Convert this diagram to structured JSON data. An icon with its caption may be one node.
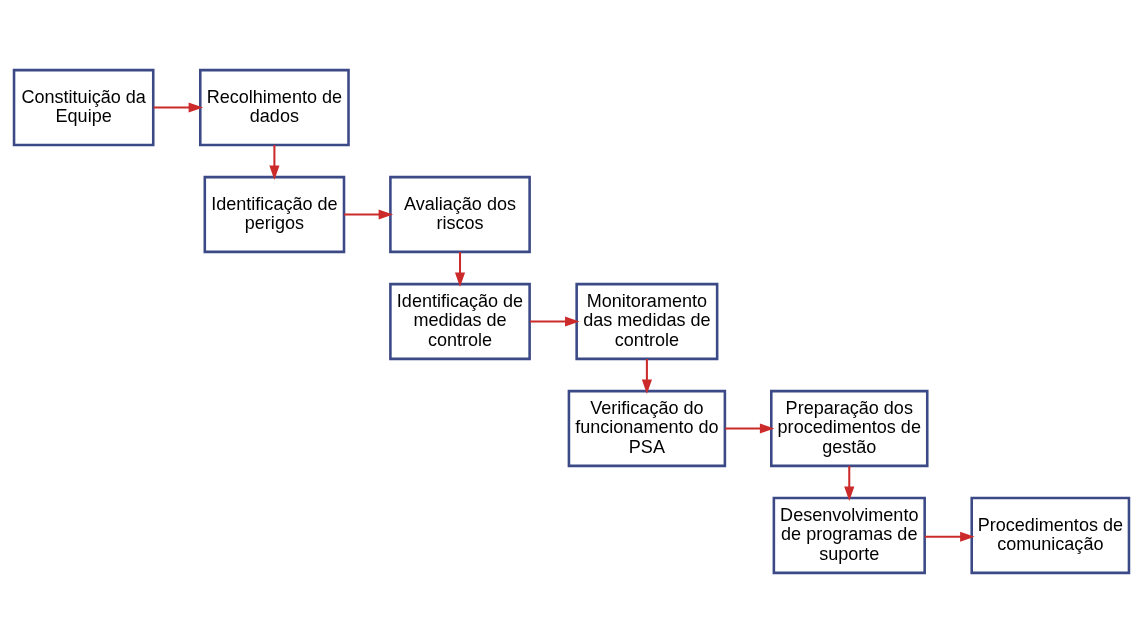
{
  "diagram": {
    "nodes": [
      {
        "text": [
          "Constituição da Equipe"
        ]
      },
      {
        "text": [
          "Recolhimento de dados"
        ]
      },
      {
        "text": [
          "Identificação de perigos"
        ]
      },
      {
        "text": [
          "Avaliação dos riscos"
        ]
      },
      {
        "text": [
          "Identificação de medidas de controle"
        ]
      },
      {
        "text": [
          "Monitoramento das medidas de controle"
        ]
      },
      {
        "text": [
          "Verificação do funcionamento do PSA"
        ]
      },
      {
        "text": [
          "Preparação dos procedimentos de gestão"
        ]
      },
      {
        "text": [
          "Desenvolvimento de programas de suporte"
        ]
      },
      {
        "text": [
          "Procedimentos de comunicação"
        ]
      }
    ],
    "edges": [
      {
        "from": 0,
        "to": 1,
        "arrow": "to"
      },
      {
        "from": 1,
        "to": 2,
        "arrow": "to"
      },
      {
        "from": 2,
        "to": 3,
        "arrow": "to"
      },
      {
        "from": 3,
        "to": 4,
        "arrow": "to"
      },
      {
        "from": 4,
        "to": 5,
        "arrow": "to"
      },
      {
        "from": 5,
        "to": 6,
        "arrow": "to"
      },
      {
        "from": 6,
        "to": 7,
        "arrow": "to"
      },
      {
        "from": 7,
        "to": 8,
        "arrow": "to"
      },
      {
        "from": 8,
        "to": 9,
        "arrow": "to"
      }
    ]
  }
}
